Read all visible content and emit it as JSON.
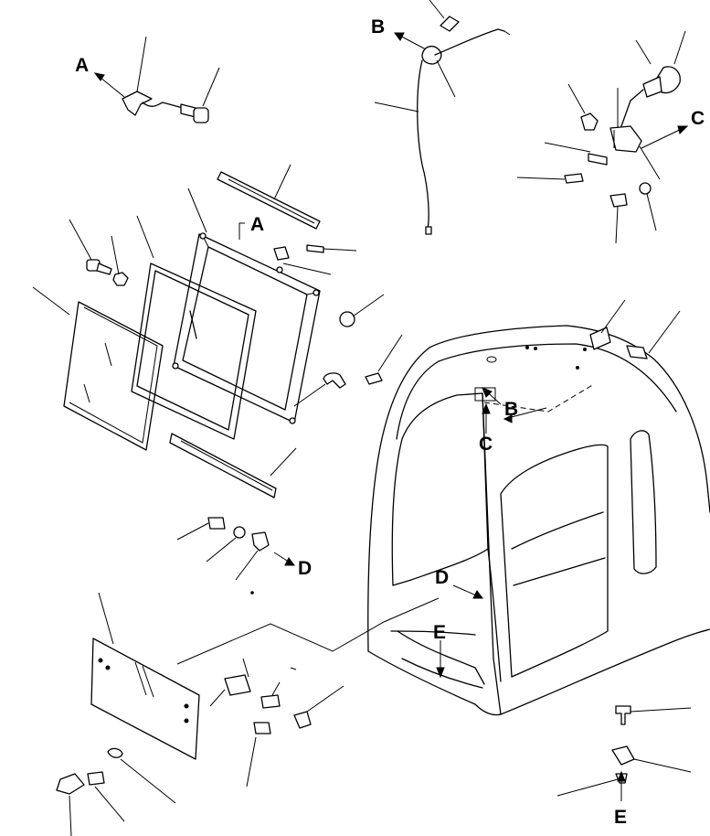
{
  "callouts": {
    "a_top": "A",
    "a_frame": "A",
    "b_top": "B",
    "b_cab": "B",
    "c_top": "C",
    "c_cab": "C",
    "d_part": "D",
    "d_cab": "D",
    "e_cab": "E",
    "e_part": "E"
  }
}
